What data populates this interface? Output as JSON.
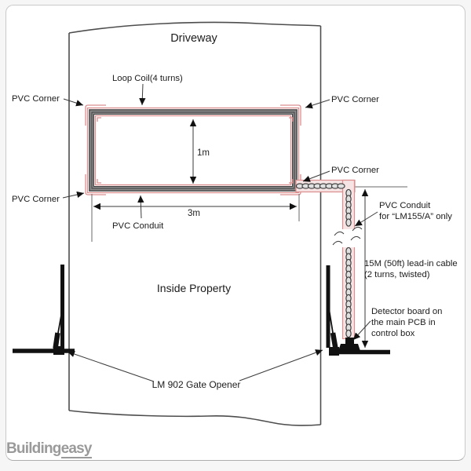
{
  "areas": {
    "driveway": "Driveway",
    "inside_property": "Inside Property"
  },
  "callouts": {
    "loop_coil": "Loop Coil(4 turns)",
    "pvc_corner_tl": "PVC Corner",
    "pvc_corner_bl": "PVC Corner",
    "pvc_corner_tr": "PVC Corner",
    "pvc_corner_mr": "PVC Corner",
    "pvc_conduit": "PVC Conduit",
    "pvc_conduit_lm155_line1": "PVC Conduit",
    "pvc_conduit_lm155_line2": "for “LM155/A” only",
    "lead_in_line1": "15M (50ft) lead-in cable",
    "lead_in_line2": "(2 turns,  twisted)",
    "detector_line1": "Detector board on",
    "detector_line2": "the main PCB in",
    "detector_line3": "control box",
    "gate_opener": "LM 902 Gate Opener"
  },
  "dimensions": {
    "coil_width": "3m",
    "coil_height": "1m"
  },
  "watermark": {
    "part1": "Building",
    "part2": "easy"
  },
  "colors": {
    "conduit_pink": "#dc8f8f",
    "coil_gray": "#8a8a8a",
    "line_dark": "#3a3a3a",
    "boundary_gray": "#4d4d4d",
    "watermark_gray": "#9a9a9a",
    "background": "#ffffff"
  }
}
